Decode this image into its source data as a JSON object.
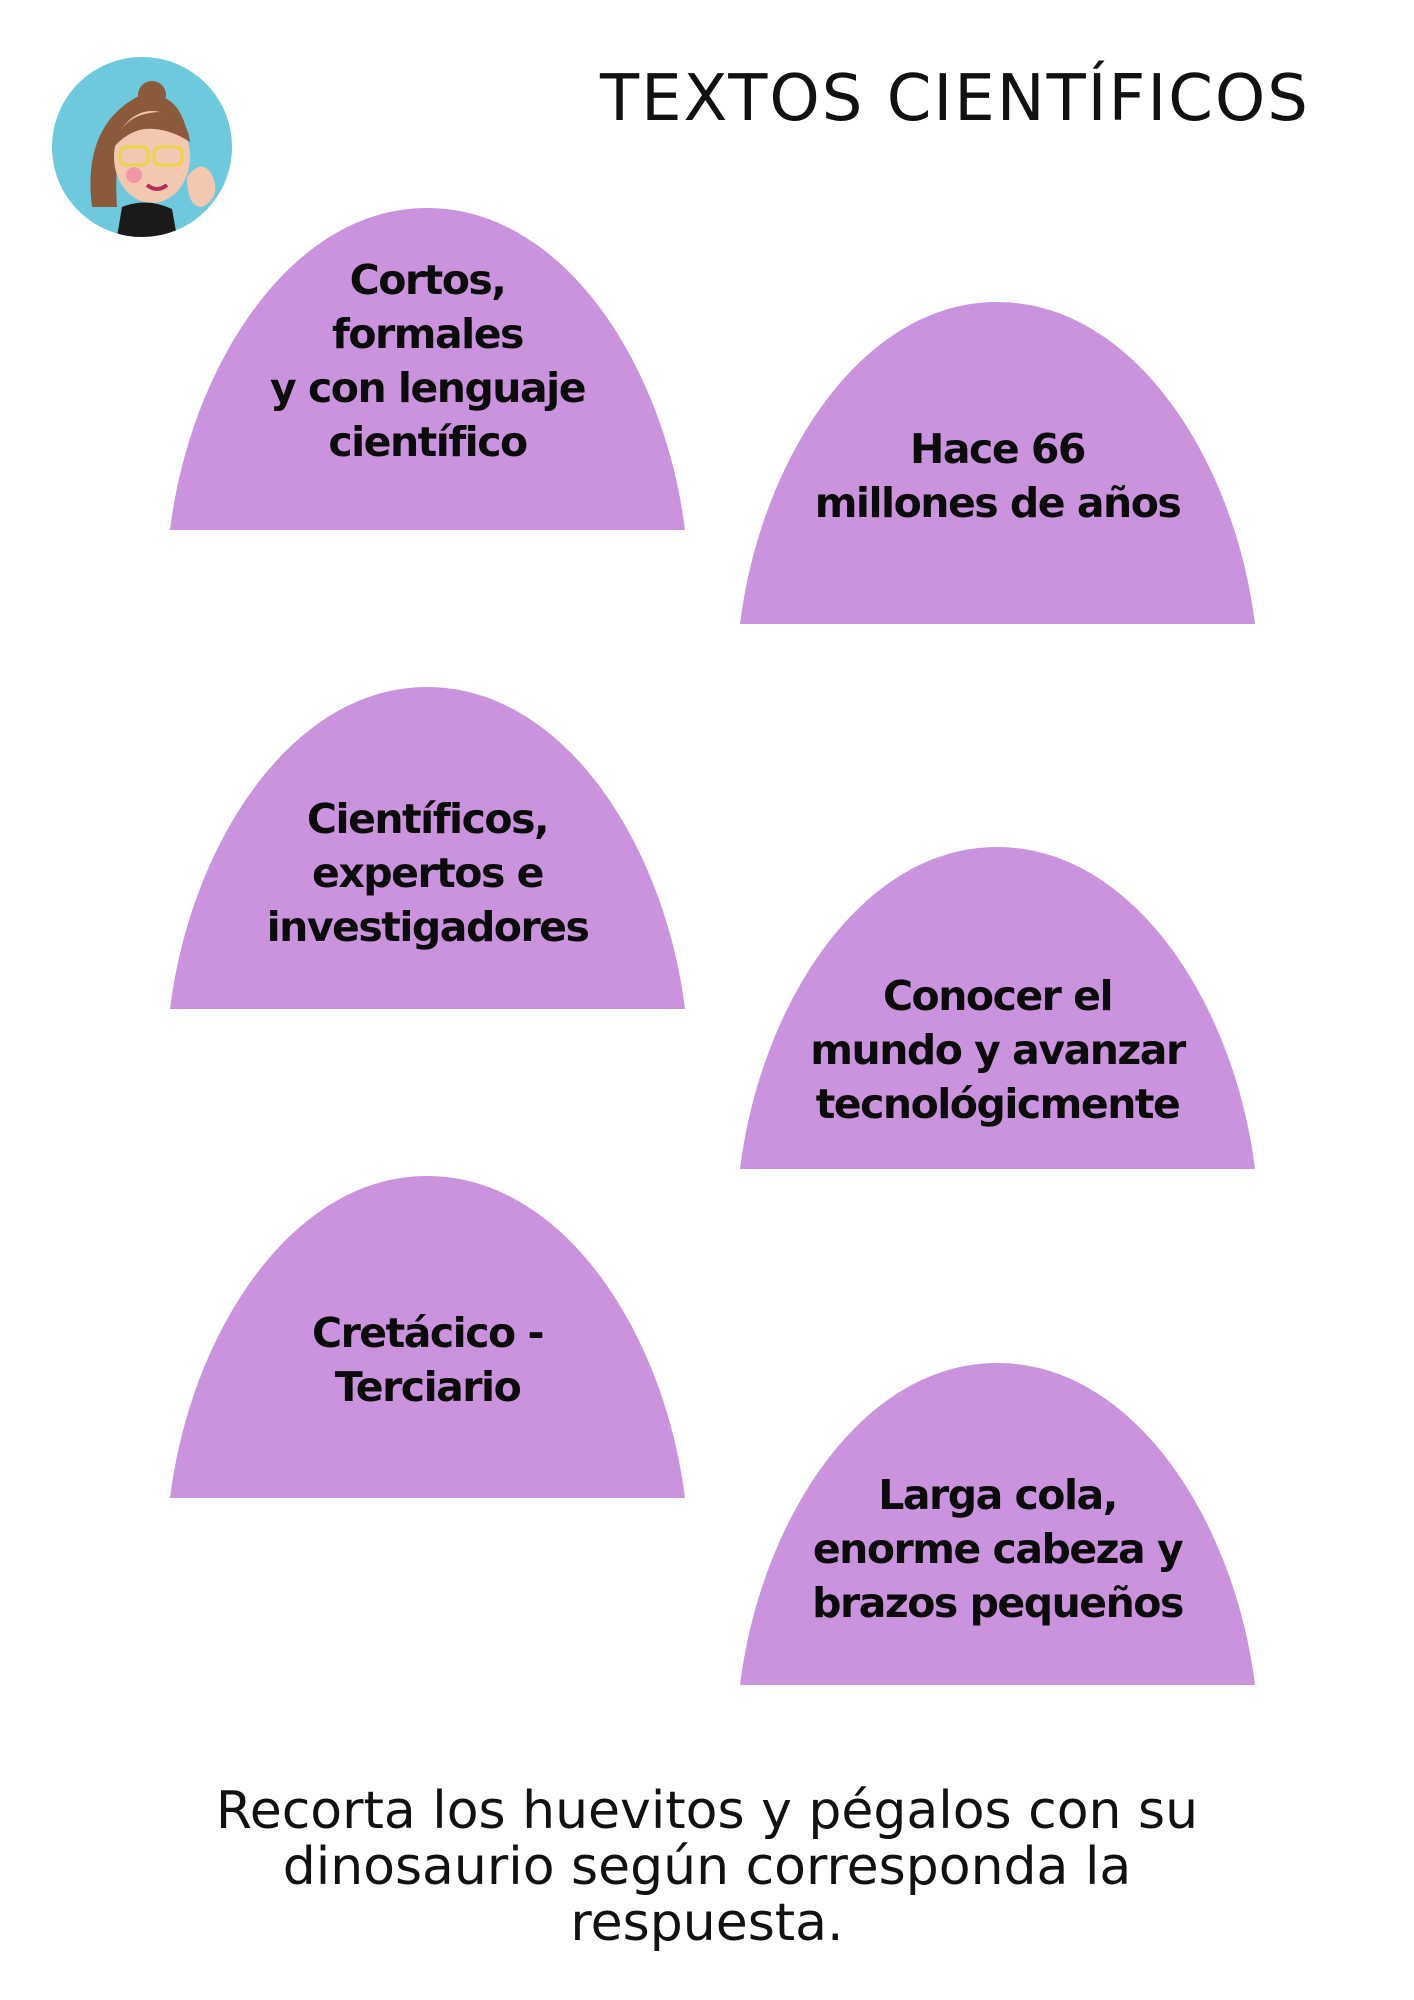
{
  "title": "TEXTOS CIENTÍFICOS",
  "colors": {
    "egg_fill": "#cb93de",
    "avatar_bg": "#6ec9dc"
  },
  "avatar": {
    "icon": "teacher-avatar-icon"
  },
  "eggs": [
    {
      "text": "Cortos,\nformales\ny con lenguaje\ncientífico"
    },
    {
      "text": "Hace 66\nmillones de años"
    },
    {
      "text": "Científicos,\nexpertos e\ninvestigadores"
    },
    {
      "text": "Conocer el\nmundo y avanzar\ntecnológicmente"
    },
    {
      "text": "Cretácico -\nTerciario"
    },
    {
      "text": "Larga cola,\nenorme cabeza y\nbrazos pequeños"
    }
  ],
  "instruction": "Recorta los huevitos y pégalos con su dinosaurio según corresponda la respuesta."
}
